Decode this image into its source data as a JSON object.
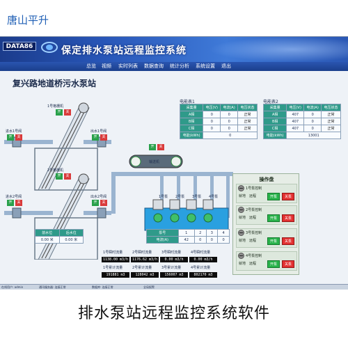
{
  "brand": "唐山平升",
  "header": {
    "logo": "DATA86",
    "title": "保定排水泵站远程监控系统"
  },
  "menu": [
    "总览",
    "视频",
    "实时列表",
    "数据查询",
    "统计分析",
    "系统设置",
    "退出"
  ],
  "station_title": "复兴路地道桥污水泵站",
  "meter1": {
    "title": "电能表1",
    "headers": [
      "采集量",
      "电压(V)",
      "电流(A)",
      "电压状态"
    ],
    "rows": [
      {
        "phase": "A相",
        "v1": "0",
        "v2": "0",
        "state": "正常"
      },
      {
        "phase": "B相",
        "v1": "0",
        "v2": "0",
        "state": "正常"
      },
      {
        "phase": "C相",
        "v1": "0",
        "v2": "0",
        "state": "正常"
      }
    ],
    "energy_label": "电能(kWh)",
    "energy_value": "0"
  },
  "meter2": {
    "title": "电能表2",
    "headers": [
      "采集量",
      "电压(V)",
      "电流(A)",
      "电压状态"
    ],
    "rows": [
      {
        "phase": "A相",
        "v1": "407",
        "v2": "0",
        "state": "正常"
      },
      {
        "phase": "B相",
        "v1": "407",
        "v2": "0",
        "state": "正常"
      },
      {
        "phase": "C相",
        "v1": "407",
        "v2": "0",
        "state": "正常"
      }
    ],
    "energy_label": "电能(kWh)",
    "energy_value": "13001"
  },
  "equipment": {
    "grate1": "1号格栅机",
    "grate2": "2号格栅机",
    "inlet1": "进水1号阀",
    "inlet2": "进水2号阀",
    "outlet1": "出水1号阀",
    "outlet2": "出水2号阀",
    "conveyor": "输送机",
    "open": "开",
    "close": "关",
    "pumps": [
      "1号泵",
      "2号泵",
      "3号泵",
      "4号泵"
    ]
  },
  "level_box": {
    "front_label": "前水位",
    "back_label": "后水位",
    "front_value": "0.00 米",
    "back_value": "0.00 米"
  },
  "pump_table": {
    "row1": [
      "泵号",
      "1",
      "2",
      "3",
      "4"
    ],
    "row2": [
      "电流(A)",
      "42",
      "0",
      "0",
      "0"
    ]
  },
  "flows": {
    "inst_labels": [
      "1号瞬时流量",
      "2号瞬时流量",
      "3号瞬时流量",
      "4号瞬时流量"
    ],
    "inst_values": [
      "1138.00 m3/h",
      "1176.62 m3/h",
      "0.00 m3/h",
      "0.00 m3/h"
    ],
    "total_labels": [
      "1号累计流量",
      "2号累计流量",
      "3号累计流量",
      "4号累计流量"
    ],
    "total_values": [
      "191881 m3",
      "128042 m3",
      "156007 m3",
      "802170 m3"
    ]
  },
  "operation_panel": {
    "title": "操作盘",
    "groups": [
      {
        "label": "1号泵控制",
        "local": "就地",
        "remote": "远程",
        "on": "开泵",
        "off": "关泵"
      },
      {
        "label": "2号泵控制",
        "local": "就地",
        "remote": "远程",
        "on": "开泵",
        "off": "关泵"
      },
      {
        "label": "3号泵控制",
        "local": "就地",
        "remote": "远程",
        "on": "开泵",
        "off": "关泵"
      },
      {
        "label": "4号泵控制",
        "local": "就地",
        "remote": "远程",
        "on": "开泵",
        "off": "关泵"
      }
    ]
  },
  "statusbar": [
    "在线用户: admin",
    "通讯服务器: 连接正常",
    "数据库: 连接正常",
    "全局报警"
  ],
  "caption": "排水泵站远程监控系统软件",
  "colors": {
    "header": "#2856b8",
    "teal_header": "#2f9a8a",
    "pipe": "#9ab4d0",
    "water": "#2aa0e0",
    "on_green": "#28b24a",
    "off_red": "#e23030"
  }
}
